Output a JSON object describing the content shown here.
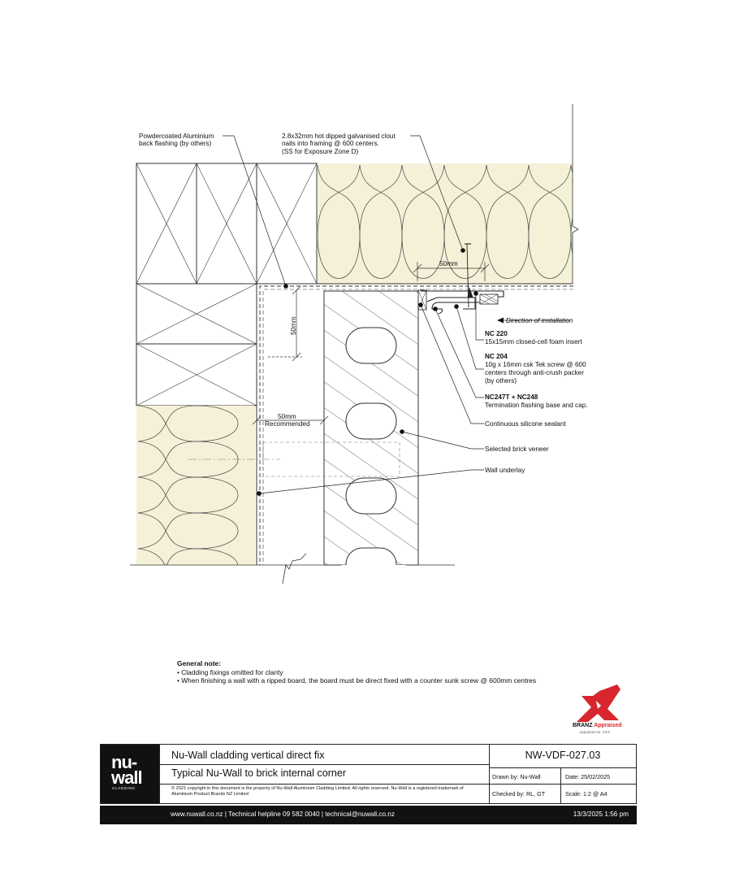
{
  "callouts": {
    "back_flashing": [
      "Powdercoated Aluminium",
      "back flashing (by others)"
    ],
    "clout_nails": [
      "2.8x32mm hot dipped galvanised clout",
      "nails into framing @ 600 centers.",
      "(SS for Exposure Zone D)"
    ],
    "dim_top": "50mm",
    "dim_vertical": "50mm",
    "dim_bottom": [
      "50mm",
      "Recommended"
    ],
    "direction": "Direction of installation",
    "nc220_code": "NC 220",
    "nc220_desc": "15x15mm closed-cell foam insert",
    "nc204_code": "NC 204",
    "nc204_desc": [
      "10g x 16mm csk Tek screw @ 600",
      "centers through anti-crush packer",
      "(by others)"
    ],
    "nc247_code": "NC247T + NC248",
    "nc247_desc": "Termination flashing base and cap.",
    "sealant": "Continuous silicone sealant",
    "brick": "Selected brick veneer",
    "underlay": "Wall underlay"
  },
  "general_note": {
    "heading": "General note:",
    "items": [
      "• Cladding fixings omitted for clarity",
      "• When finishing a wall with a ripped board, the board must be direct fixed with a counter sunk screw @ 600mm centres"
    ]
  },
  "branz": {
    "word": "BRANZ",
    "appraised": "Appraised",
    "sub": "Appraisal No. XXX"
  },
  "title_block": {
    "logo_line1": "nu-",
    "logo_line2": "wall",
    "logo_line3": "CLADDING",
    "title1": "Nu-Wall cladding vertical direct fix",
    "title2": "Typical Nu-Wall to brick internal corner",
    "copyright": "© 2021 copyright in this document is the property of Nu-Wall Aluminium Cladding Limited. All rights reserved. Nu-Wall is a registered trademark of Aluminium Product Brands NZ Limited",
    "drawing_number": "NW-VDF-027.03",
    "drawn_by": "Drawn by: Nu-Wall",
    "date": "Date:    25/02/2025",
    "checked_by": "Checked by: RL, GT",
    "scale": "Scale:    1:2 @ A4"
  },
  "footer": {
    "links": "www.nuwall.co.nz  |  Technical helpline 09 582 0040  |  technical@nuwall.co.nz",
    "printed": "13/3/2025 1:56 pm"
  },
  "colors": {
    "insulation": "#f5f1d8",
    "brick_red": "#d8262e"
  }
}
